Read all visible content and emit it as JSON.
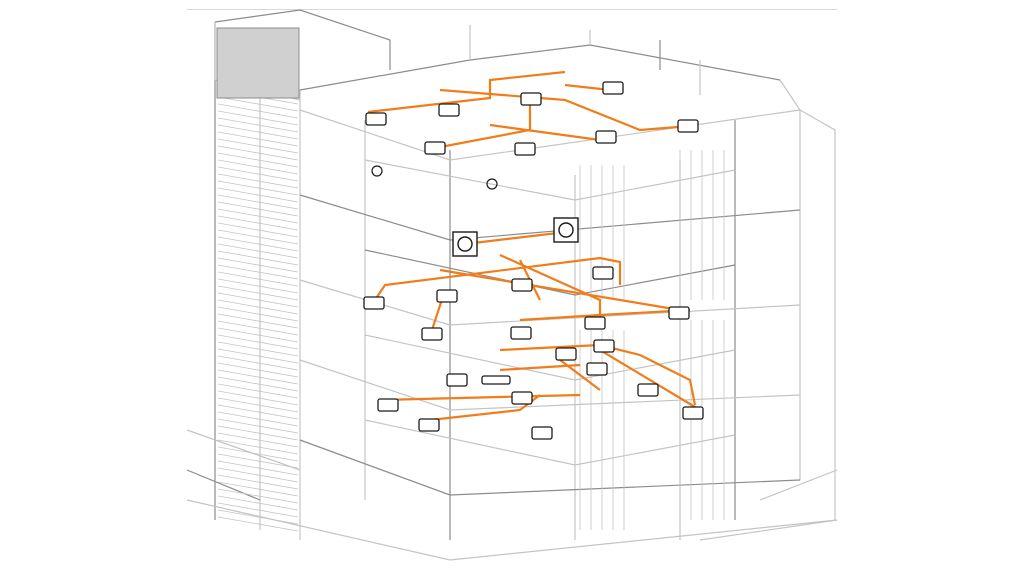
{
  "diagram": {
    "type": "isometric-building-hvac-layout",
    "colors": {
      "structure": "#8c8c8c",
      "structure_light": "#c4c4c4",
      "piping": "#f07d1a",
      "unit_stroke": "#1a1a1a",
      "background": "#ffffff"
    },
    "indoor_unit_count": 26,
    "outdoor_unit_count": 2
  }
}
